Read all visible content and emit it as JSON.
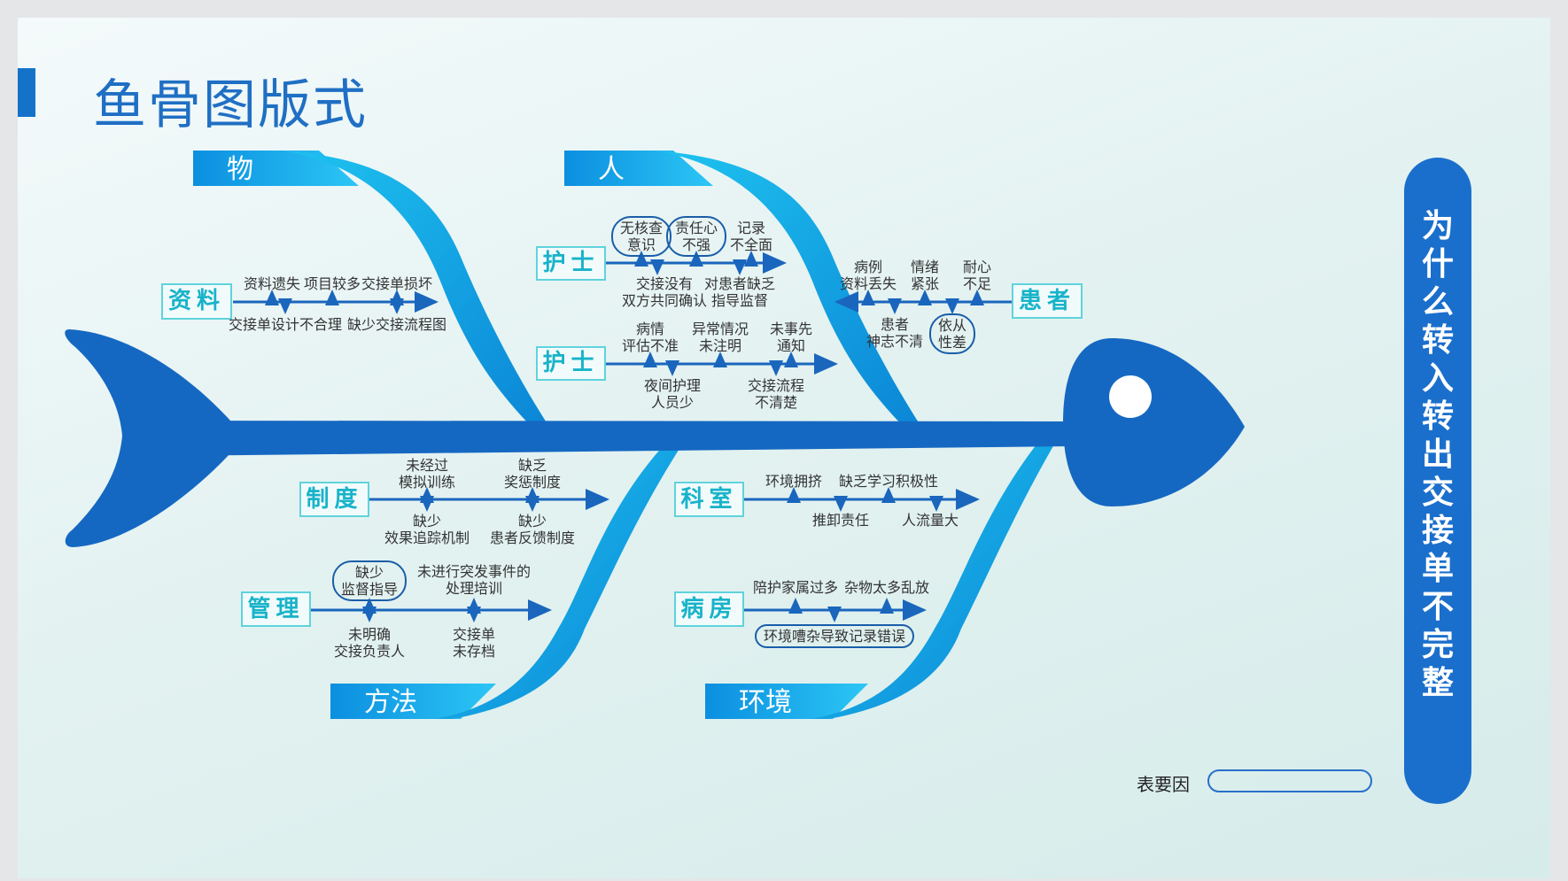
{
  "title": "鱼骨图版式",
  "problem": "为什么转入转出交接单不完整",
  "legend": {
    "label": "表要因"
  },
  "categories": {
    "wu": "物",
    "ren": "人",
    "fangfa": "方法",
    "huanjing": "环境"
  },
  "boxes": {
    "ziliao": "资料",
    "hushi1": "护士",
    "hushi2": "护士",
    "huanzhe": "患者",
    "zhidu": "制度",
    "guanli": "管理",
    "keshi": "科室",
    "bingfang": "病房"
  },
  "causes": {
    "ziliao_top": [
      "资料遗失",
      "项目较多",
      "交接单损坏"
    ],
    "ziliao_bottom": [
      "交接单设计不合理",
      "缺少交接流程图"
    ],
    "hushi1_top": [
      "无核查\n意识",
      "责任心\n不强",
      "记录\n不全面"
    ],
    "hushi1_bottom": [
      "交接没有\n双方共同确认",
      "对患者缺乏\n指导监督"
    ],
    "hushi2_top": [
      "病情\n评估不准",
      "异常情况\n未注明",
      "未事先\n通知"
    ],
    "hushi2_bottom": [
      "夜间护理\n人员少",
      "交接流程\n不清楚"
    ],
    "huanzhe_top": [
      "病例\n资料丢失",
      "情绪\n紧张",
      "耐心\n不足"
    ],
    "huanzhe_bottom": [
      "患者\n神志不清",
      "依从\n性差"
    ],
    "zhidu_top": [
      "未经过\n模拟训练",
      "缺乏\n奖惩制度"
    ],
    "zhidu_bottom": [
      "缺少\n效果追踪机制",
      "缺少\n患者反馈制度"
    ],
    "guanli_top": [
      "缺少\n监督指导",
      "未进行突发事件的\n处理培训"
    ],
    "guanli_bottom": [
      "未明确\n交接负责人",
      "交接单\n未存档"
    ],
    "keshi_top": [
      "环境拥挤",
      "缺乏学习积极性"
    ],
    "keshi_bottom": [
      "推卸责任",
      "人流量大"
    ],
    "bingfang_top": [
      "陪护家属过多",
      "杂物太多乱放"
    ],
    "bingfang_bottom": [
      "环境嘈杂导致记录错误"
    ]
  },
  "colors": {
    "fish": "#1568c2",
    "bone": "#1ba9e6",
    "arrow": "#1a66bd",
    "box": "#18b3c9"
  }
}
